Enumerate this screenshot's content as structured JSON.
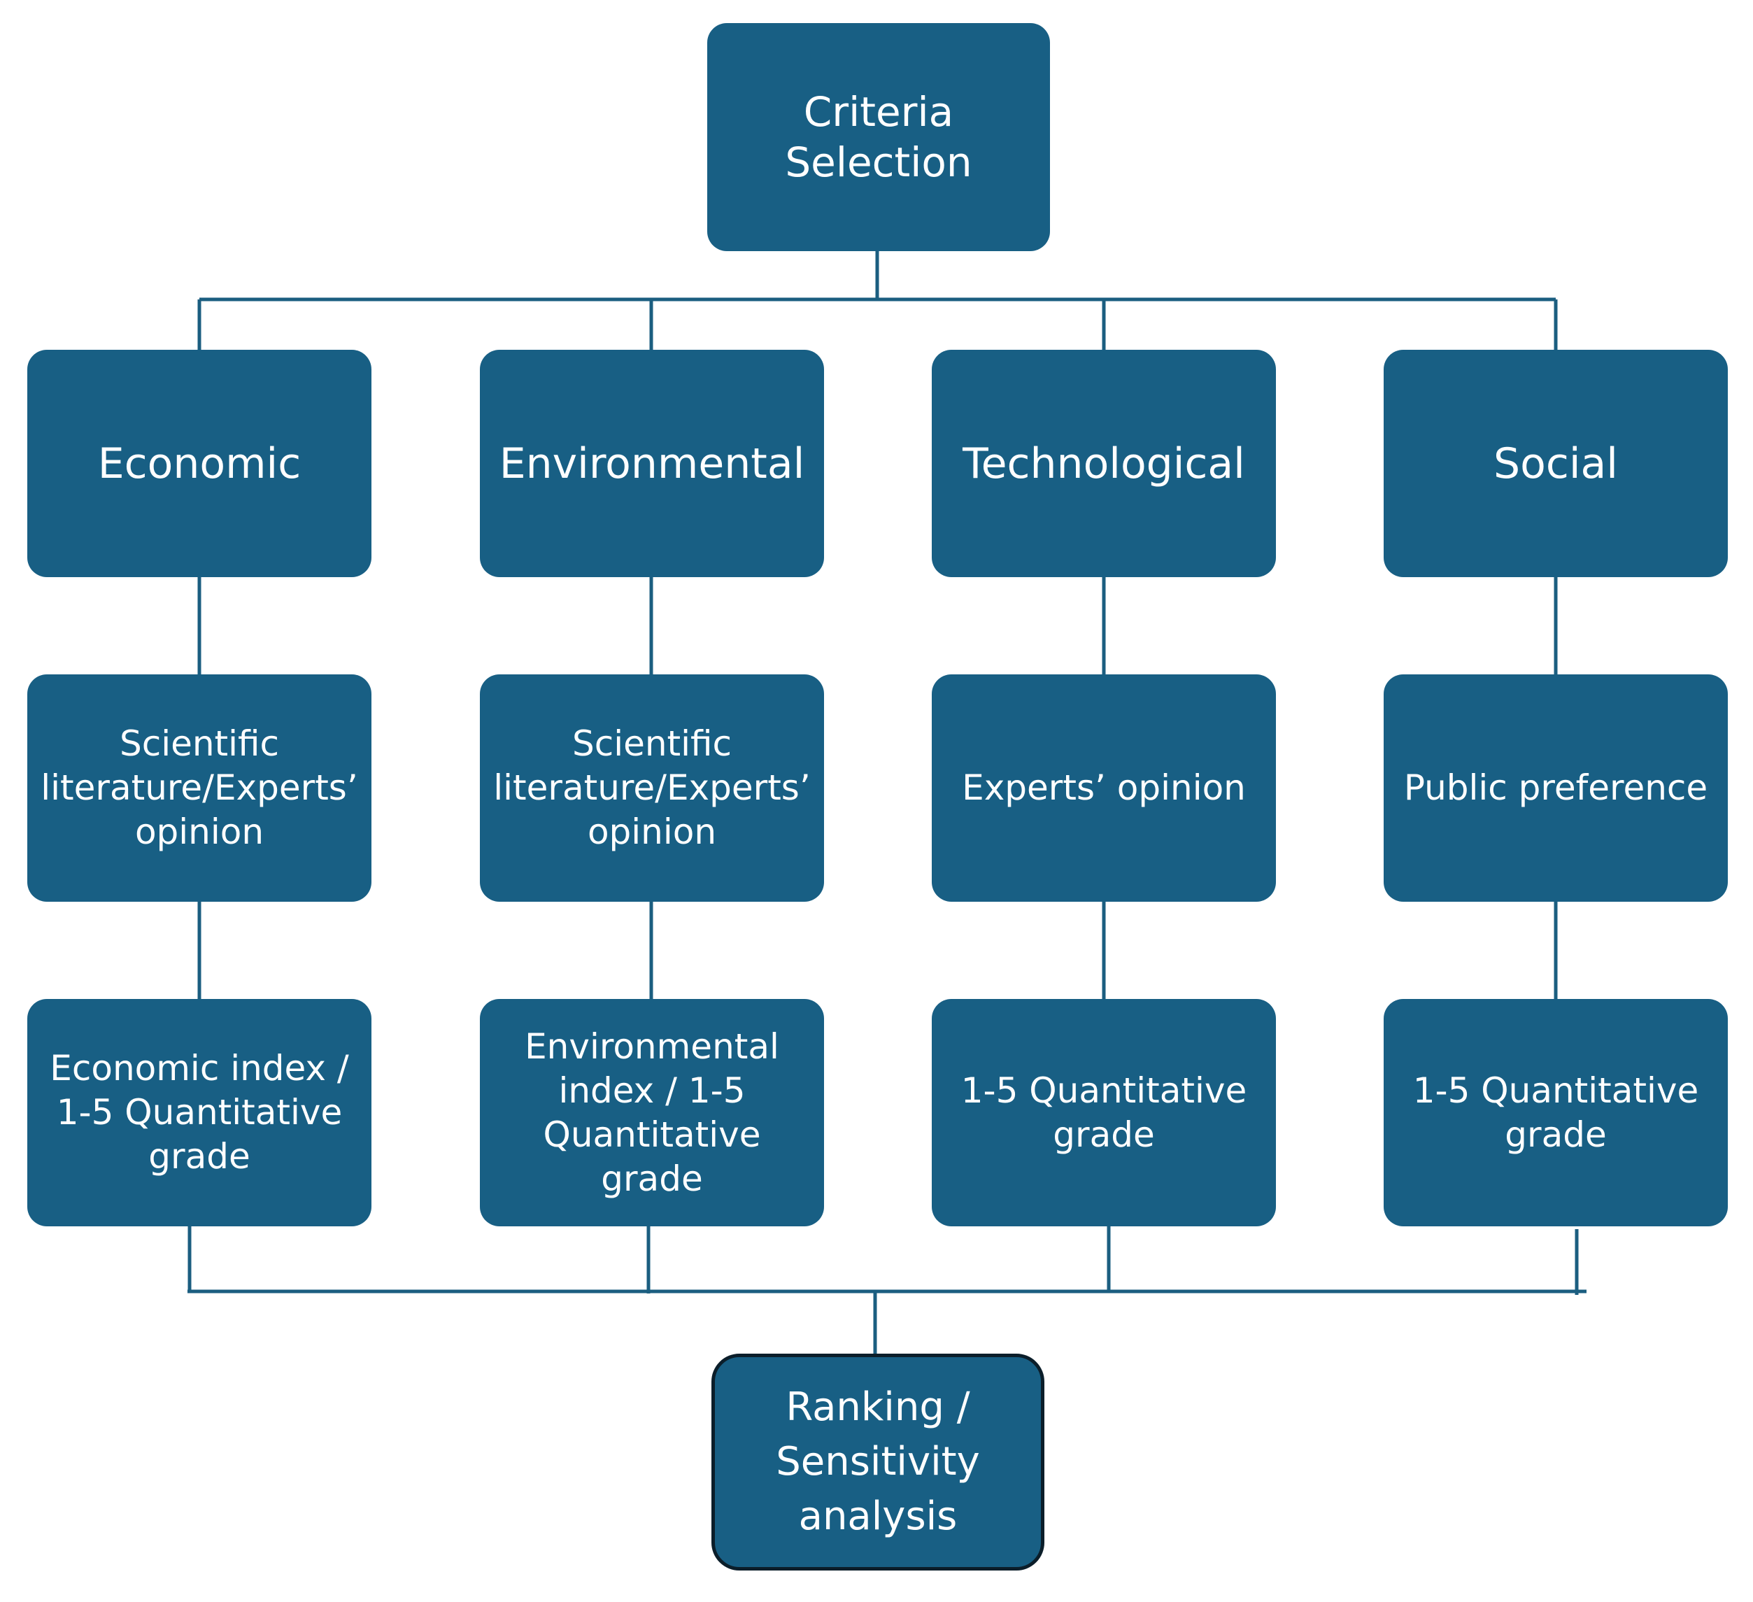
{
  "root": {
    "label": "Criteria\nSelection"
  },
  "criteria": [
    {
      "category": "Economic",
      "source": "Scientific\nliterature/Experts’\nopinion",
      "grade": "Economic index /\n1-5 Quantitative\ngrade"
    },
    {
      "category": "Environmental",
      "source": "Scientific\nliterature/Experts’\nopinion",
      "grade": "Environmental\nindex / 1-5\nQuantitative\ngrade"
    },
    {
      "category": "Technological",
      "source": "Experts’ opinion",
      "grade": "1-5 Quantitative\ngrade"
    },
    {
      "category": "Social",
      "source": "Public preference",
      "grade": "1-5 Quantitative\ngrade"
    }
  ],
  "final": {
    "label": "Ranking /\nSensitivity\nanalysis"
  },
  "colors": {
    "box_fill": "#185f84",
    "connector": "#1b5e80",
    "text": "#ffffff",
    "final_border": "#0b1e2a"
  }
}
